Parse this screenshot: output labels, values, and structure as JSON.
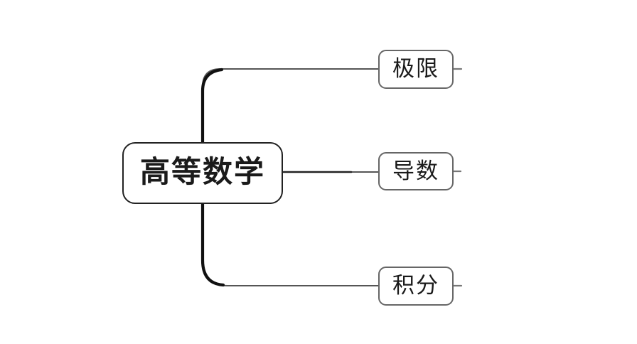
{
  "canvas": {
    "background": "#ffffff"
  },
  "mindmap": {
    "root": {
      "label": "高等数学"
    },
    "children": [
      {
        "label": "极限"
      },
      {
        "label": "导数"
      },
      {
        "label": "积分"
      }
    ]
  },
  "colors": {
    "root_border": "#222222",
    "child_border": "#666666",
    "connector_line": "#555555",
    "connector_trunk": "#111111",
    "stub_line": "#777777",
    "text": "#1a1a1a"
  }
}
